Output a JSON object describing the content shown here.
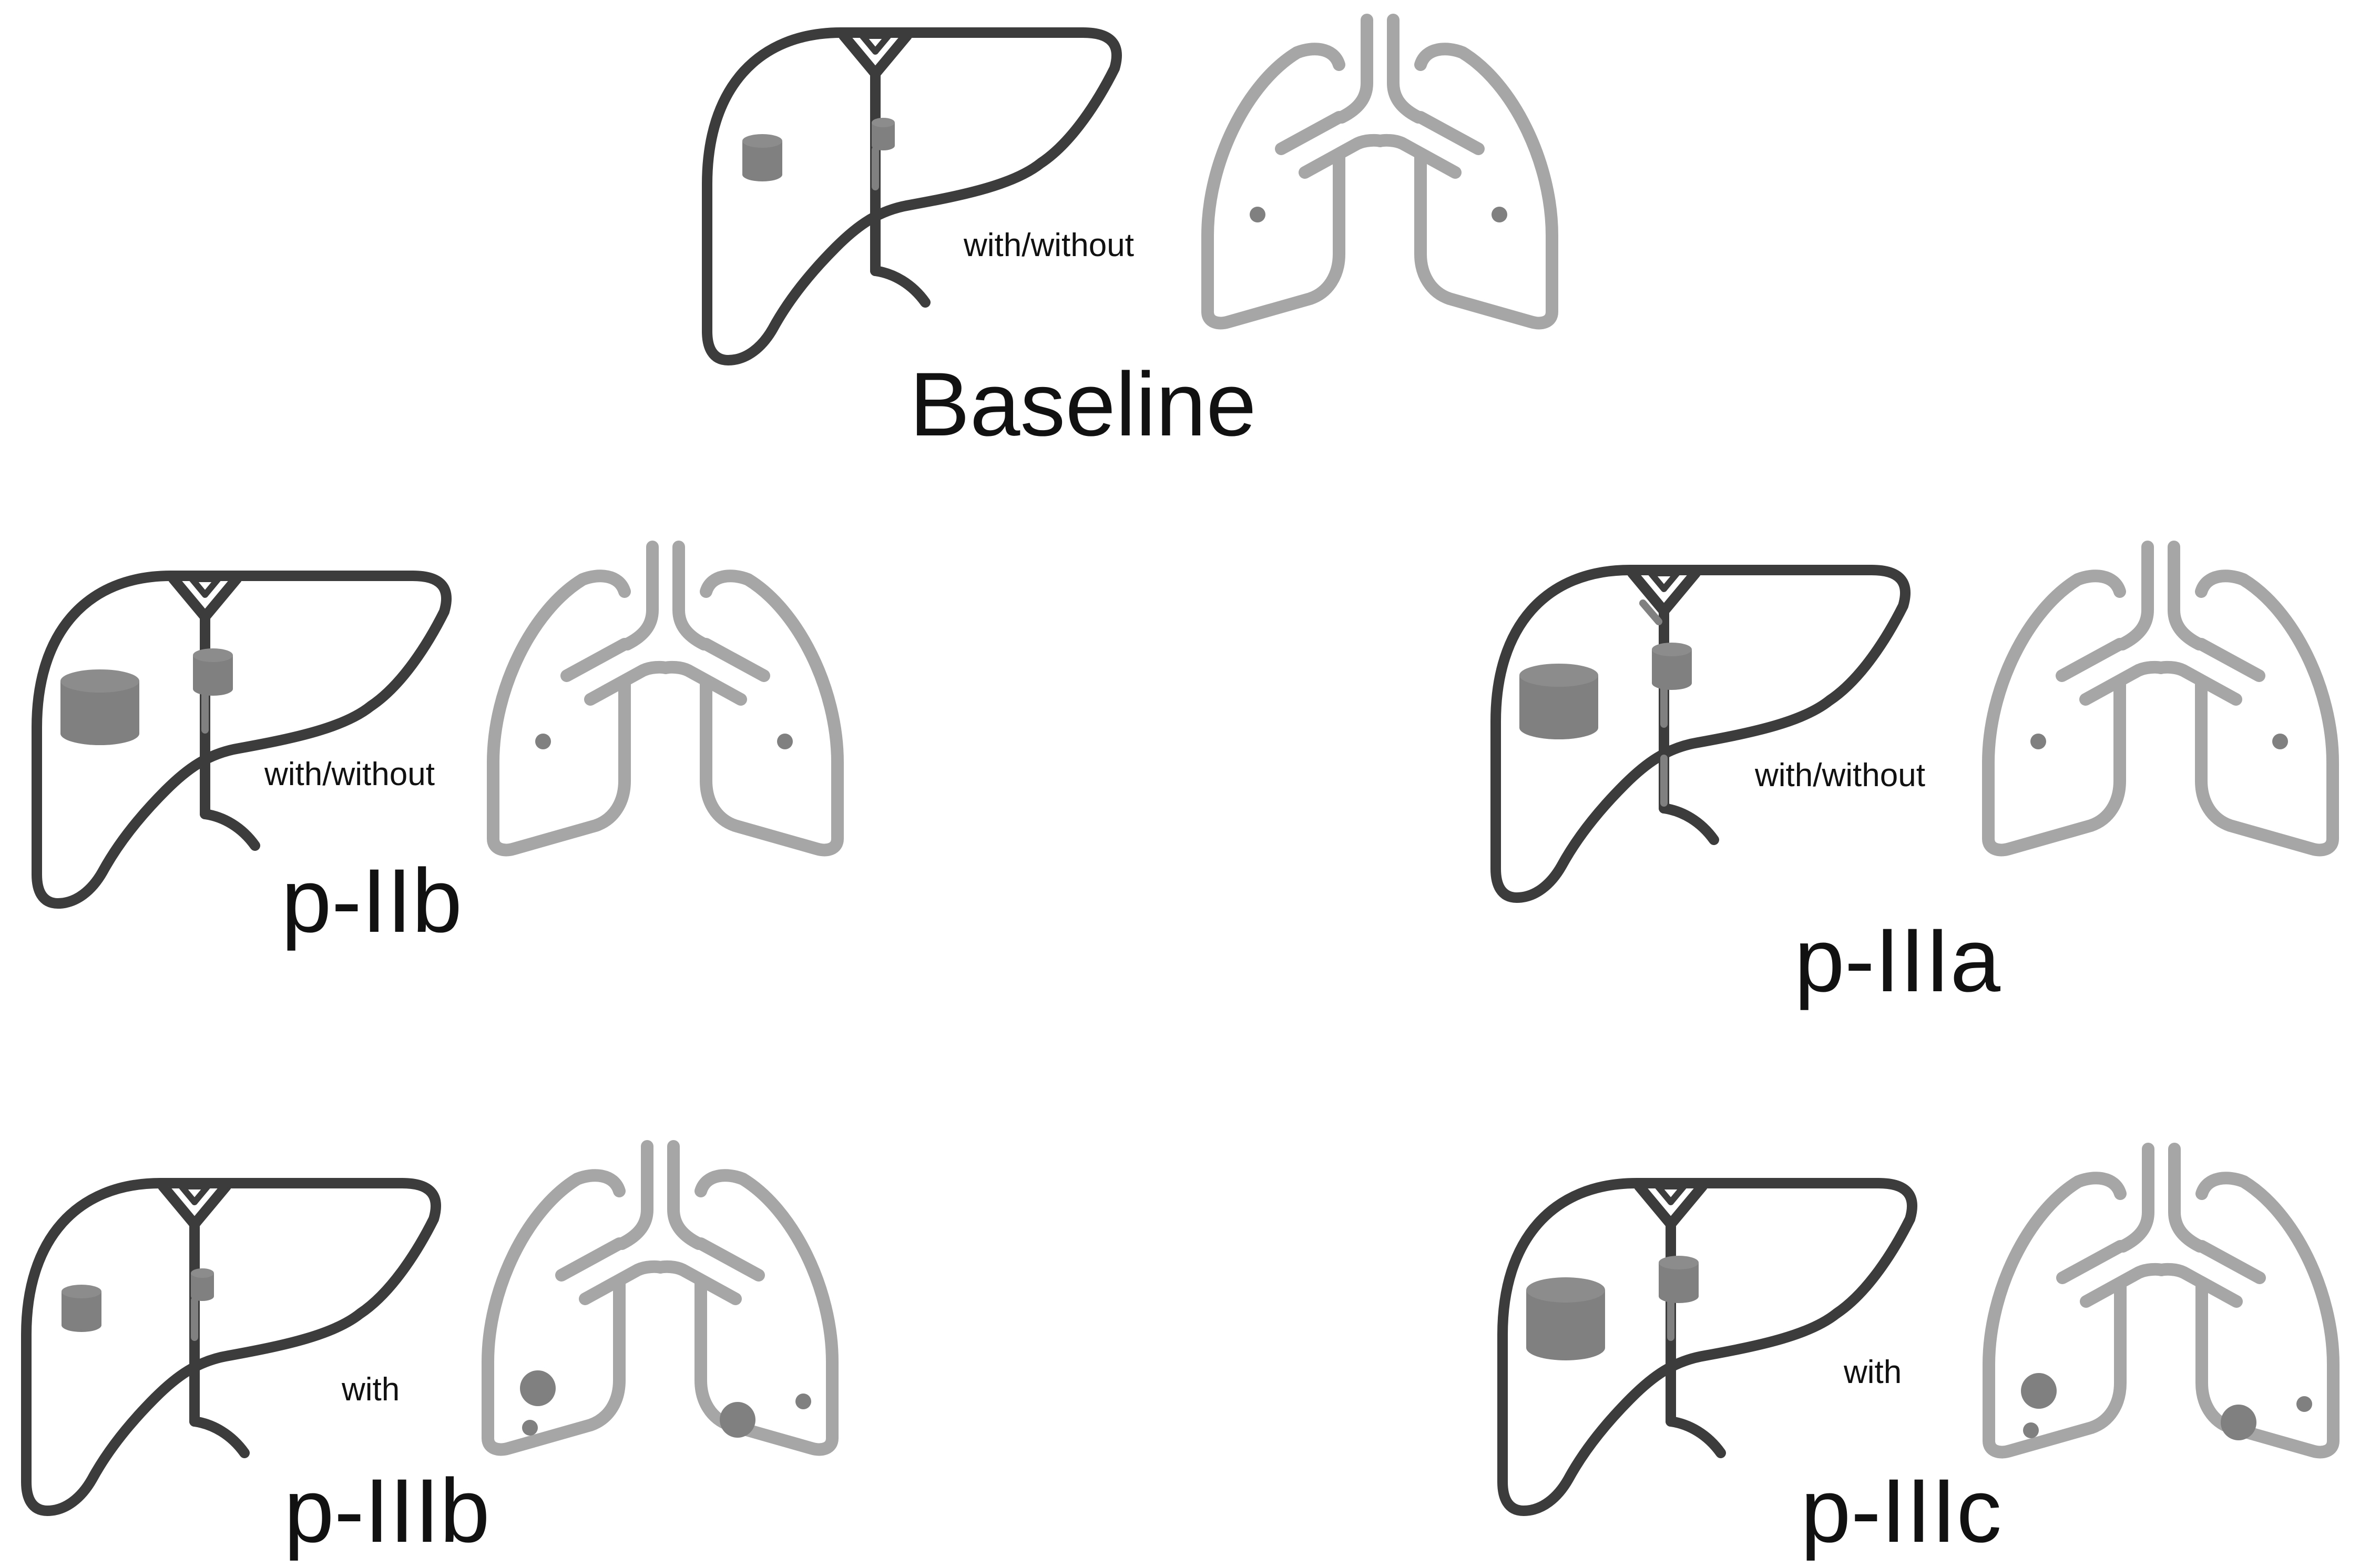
{
  "colors": {
    "liver": "#3c3c3c",
    "lung": "#a6a6a6",
    "lesion": "#808080",
    "text": "#111111",
    "background": "#ffffff"
  },
  "panels": [
    {
      "id": "baseline",
      "title": "Baseline",
      "connector": "with/without",
      "liver_lesions": [
        {
          "lobe": "right",
          "size": "medium"
        },
        {
          "lobe": "left",
          "size": "small"
        }
      ],
      "portal_thrombus": [
        "main"
      ],
      "lung_nodules": [
        {
          "lung": "right",
          "size": "small"
        },
        {
          "lung": "left",
          "size": "small"
        }
      ]
    },
    {
      "id": "p-IIb",
      "title": "p-IIb",
      "connector": "with/without",
      "liver_lesions": [
        {
          "lobe": "right",
          "size": "large"
        },
        {
          "lobe": "left",
          "size": "medium"
        }
      ],
      "portal_thrombus": [
        "main"
      ],
      "lung_nodules": [
        {
          "lung": "right",
          "size": "small"
        },
        {
          "lung": "left",
          "size": "small"
        }
      ]
    },
    {
      "id": "p-IIIa",
      "title": "p-IIIa",
      "connector": "with/without",
      "liver_lesions": [
        {
          "lobe": "right",
          "size": "large"
        },
        {
          "lobe": "left",
          "size": "medium"
        }
      ],
      "portal_thrombus": [
        "main",
        "left-branch",
        "lower"
      ],
      "lung_nodules": [
        {
          "lung": "right",
          "size": "small"
        },
        {
          "lung": "left",
          "size": "small"
        }
      ]
    },
    {
      "id": "p-IIIb",
      "title": "p-IIIb",
      "connector": "with",
      "liver_lesions": [
        {
          "lobe": "right",
          "size": "medium"
        },
        {
          "lobe": "left",
          "size": "small"
        }
      ],
      "portal_thrombus": [
        "main"
      ],
      "lung_nodules": [
        {
          "lung": "right",
          "size": "large"
        },
        {
          "lung": "right",
          "size": "small"
        },
        {
          "lung": "left",
          "size": "large"
        },
        {
          "lung": "left",
          "size": "small"
        }
      ]
    },
    {
      "id": "p-IIIc",
      "title": "p-IIIc",
      "connector": "with",
      "liver_lesions": [
        {
          "lobe": "right",
          "size": "xlarge"
        },
        {
          "lobe": "left",
          "size": "medium"
        }
      ],
      "portal_thrombus": [
        "main"
      ],
      "lung_nodules": [
        {
          "lung": "right",
          "size": "large"
        },
        {
          "lung": "right",
          "size": "small"
        },
        {
          "lung": "left",
          "size": "large"
        },
        {
          "lung": "left",
          "size": "small"
        }
      ]
    }
  ]
}
